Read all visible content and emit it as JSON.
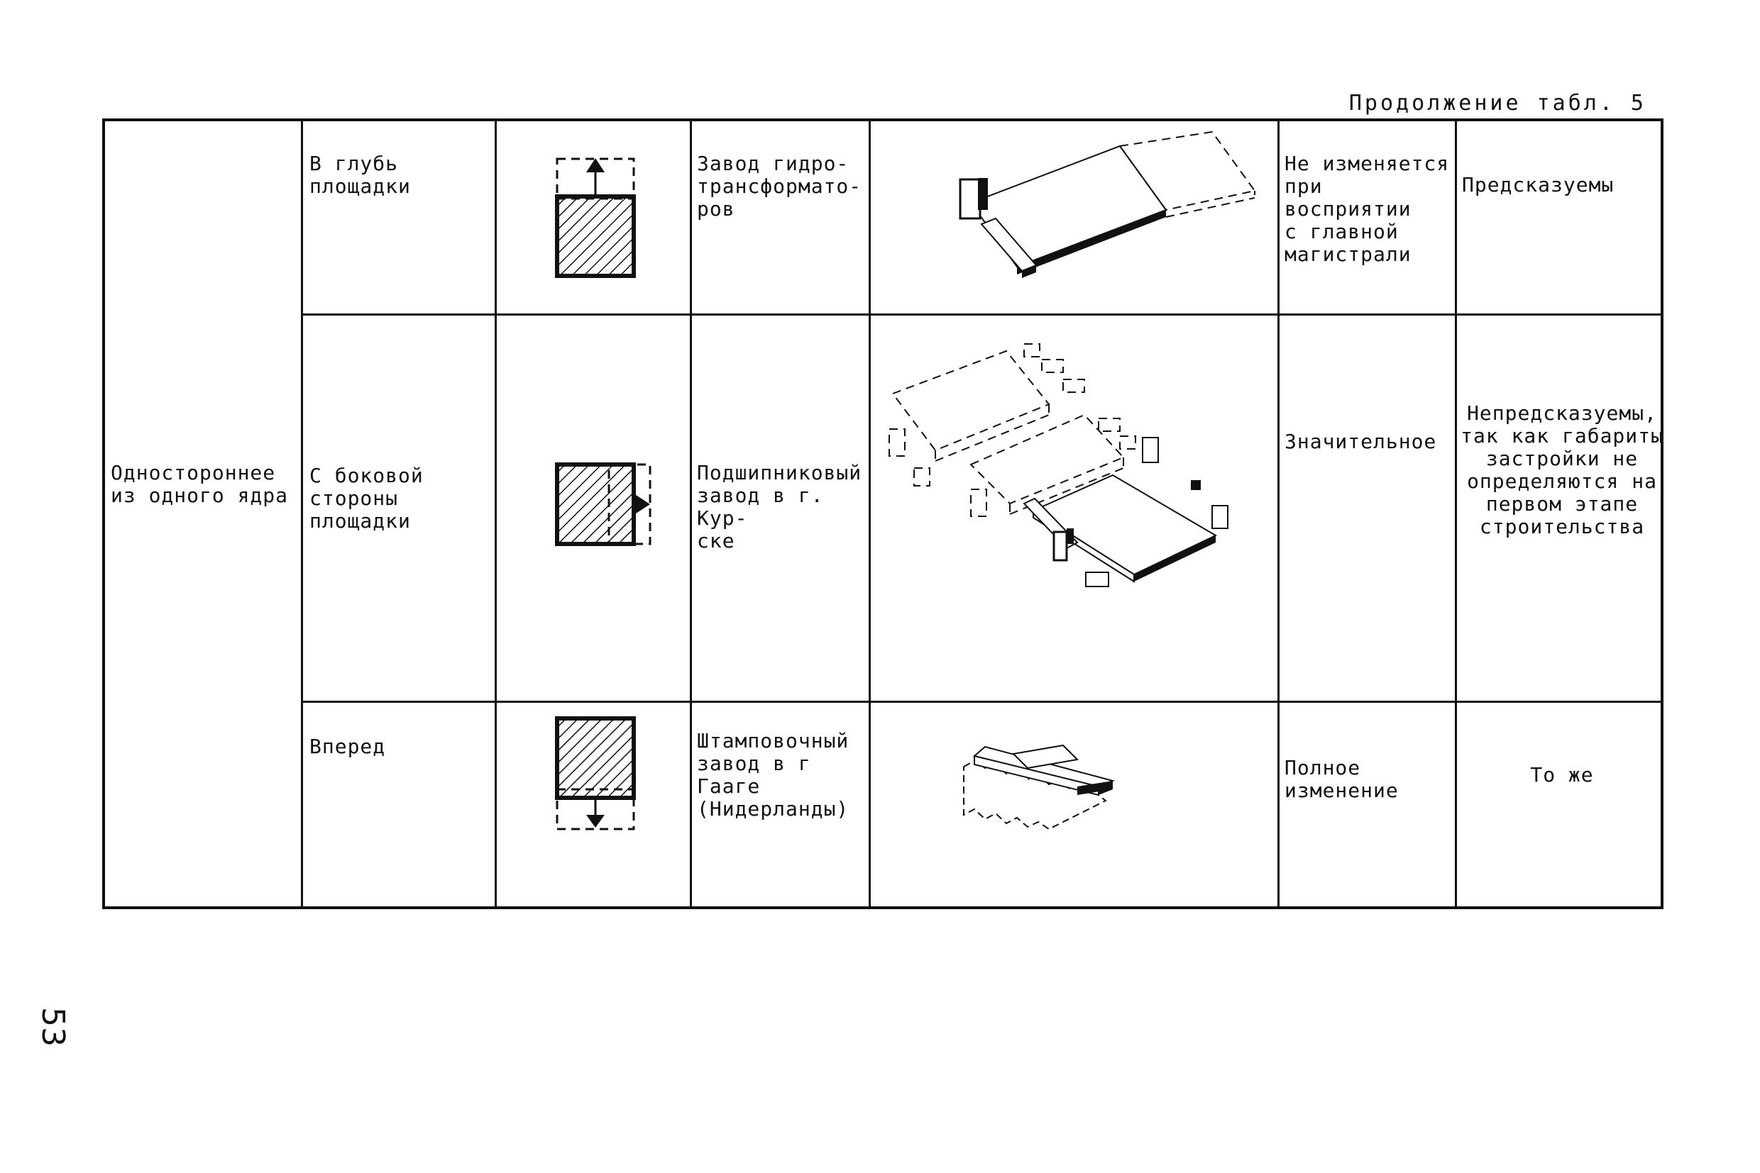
{
  "caption": "Продолжение табл. 5",
  "page_number": "53",
  "table": {
    "group_label": "Одностороннее\nиз одного ядра",
    "rows": [
      {
        "direction": "В глубь\nплощадки",
        "diagram_icon": "square-hatched-arrow-up-icon",
        "example": "Завод гидро-\nтрансформато-\nров",
        "illustration_icon": "isometric-building-extension-depth-icon",
        "change": "Не изменяется\nпри восприятии\nс главной\nмагистрали",
        "predictability": "Предсказуемы"
      },
      {
        "direction": "С боковой\nстороны\nплощадки",
        "diagram_icon": "square-hatched-arrow-right-icon",
        "example": "Подшипниковый\nзавод в г. Кур-\nске",
        "illustration_icon": "isometric-building-extension-side-icon",
        "change": "Значительное",
        "predictability": "Непредсказуемы,\nтак как габариты\nзастройки не\nопределяются на\nпервом этапе\nстроительства"
      },
      {
        "direction": "Вперед",
        "diagram_icon": "square-hatched-arrow-down-icon",
        "example": "Штамповочный\nзавод в г Гааге\n(Нидерланды)",
        "illustration_icon": "isometric-building-extension-forward-icon",
        "change": "Полное\nизменение",
        "predictability": "То же"
      }
    ]
  }
}
